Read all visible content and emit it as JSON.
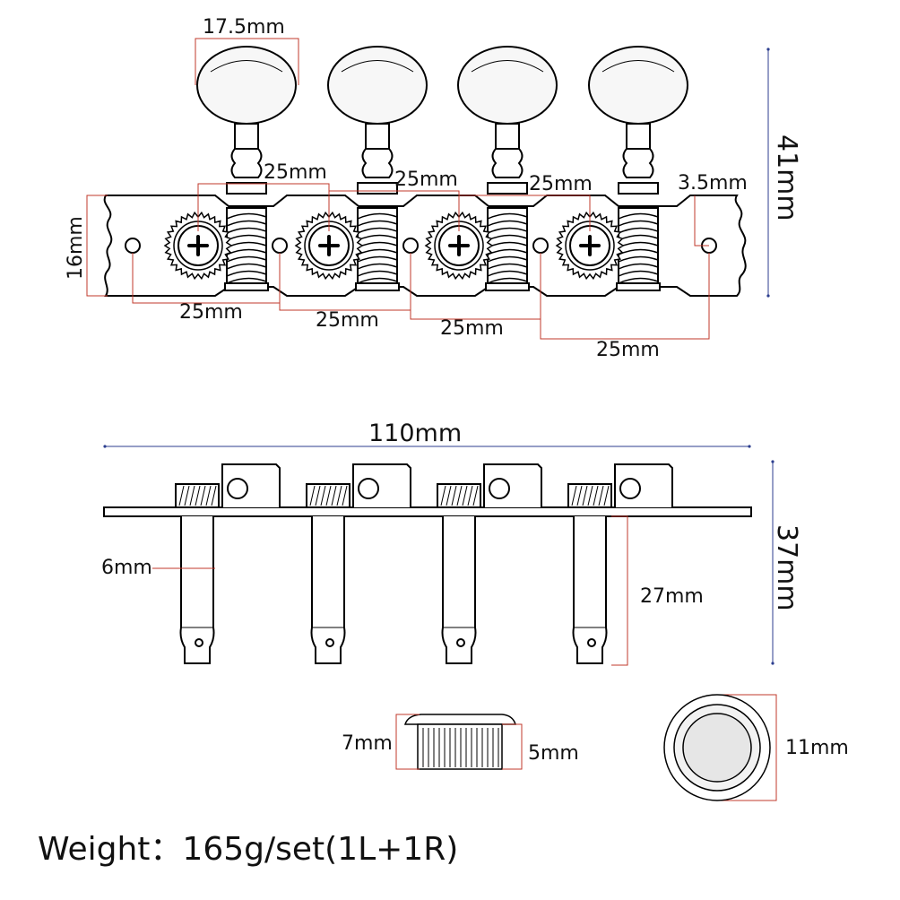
{
  "diagram": {
    "top_view": {
      "button_width": "17.5mm",
      "plate_height": "16mm",
      "total_height": "41mm",
      "hole_diameter": "3.5mm",
      "gear_spacing_labels": [
        "25mm",
        "25mm",
        "25mm"
      ],
      "hole_spacing_labels": [
        "25mm",
        "25mm",
        "25mm",
        "25mm"
      ]
    },
    "side_view": {
      "total_length": "110mm",
      "total_height": "37mm",
      "post_diameter": "6mm",
      "post_length": "27mm"
    },
    "bushing": {
      "height": "7mm",
      "inner_height": "5mm",
      "diameter": "11mm"
    },
    "weight_text": "Weight：165g/set(1L+1R)"
  },
  "colors": {
    "line": "#000000",
    "dimension": "#c0392b",
    "dimension_blue": "#2c3e8f",
    "button_fill": "#f7f7f7"
  }
}
